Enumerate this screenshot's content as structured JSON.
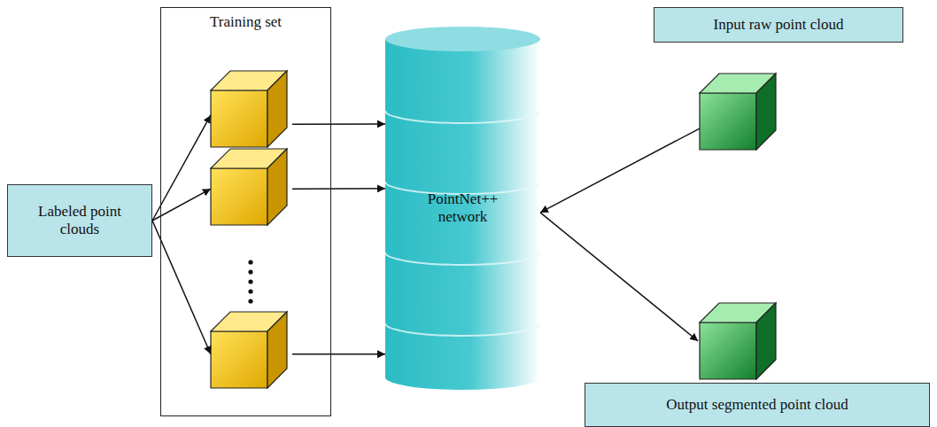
{
  "diagram": {
    "nodes": [
      {
        "text": [
          "Labeled point clouds"
        ]
      },
      {
        "text": [
          "Training set"
        ]
      },
      {
        "text": [
          "PointNet++ network"
        ]
      },
      {
        "text": [
          "Input raw point cloud"
        ]
      },
      {
        "text": [
          "Output segmented point cloud"
        ]
      }
    ],
    "edges": [
      {
        "from": 0,
        "to": 1,
        "arrow": "to"
      },
      {
        "from": 0,
        "to": 1,
        "arrow": "to"
      },
      {
        "from": 0,
        "to": 1,
        "arrow": "to"
      },
      {
        "from": 1,
        "to": 2,
        "arrow": "to"
      },
      {
        "from": 1,
        "to": 2,
        "arrow": "to"
      },
      {
        "from": 1,
        "to": 2,
        "arrow": "to"
      },
      {
        "from": 3,
        "to": 2,
        "arrow": "to"
      },
      {
        "from": 2,
        "to": 4,
        "arrow": "to"
      }
    ]
  }
}
